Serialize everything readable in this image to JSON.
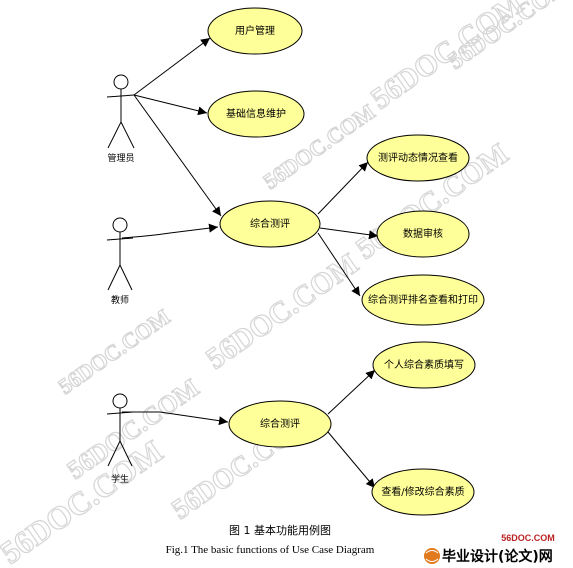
{
  "actors": {
    "admin": "管理员",
    "teacher": "教师",
    "student": "学生"
  },
  "use_cases": {
    "user_mgmt": "用户管理",
    "basic_info": "基础信息维护",
    "eval_admin": "综合测评",
    "view_status": "测评动态情况查看",
    "data_review": "数据审核",
    "rank_print": "综合测评排名查看和打印",
    "eval_student": "综合测评",
    "fill_quality": "个人综合素质填写",
    "edit_quality": "查看/修改综合素质"
  },
  "caption": {
    "cn": "图 1    基本功能用例图",
    "en": "Fig.1     The basic functions of Use Case Diagram"
  },
  "watermark": "56DOC.COM",
  "logo": {
    "top": "56DOC.COM",
    "main": "毕业设计(论文)网"
  },
  "colors": {
    "usecase_fill": "#ffff99",
    "line": "#000000"
  }
}
